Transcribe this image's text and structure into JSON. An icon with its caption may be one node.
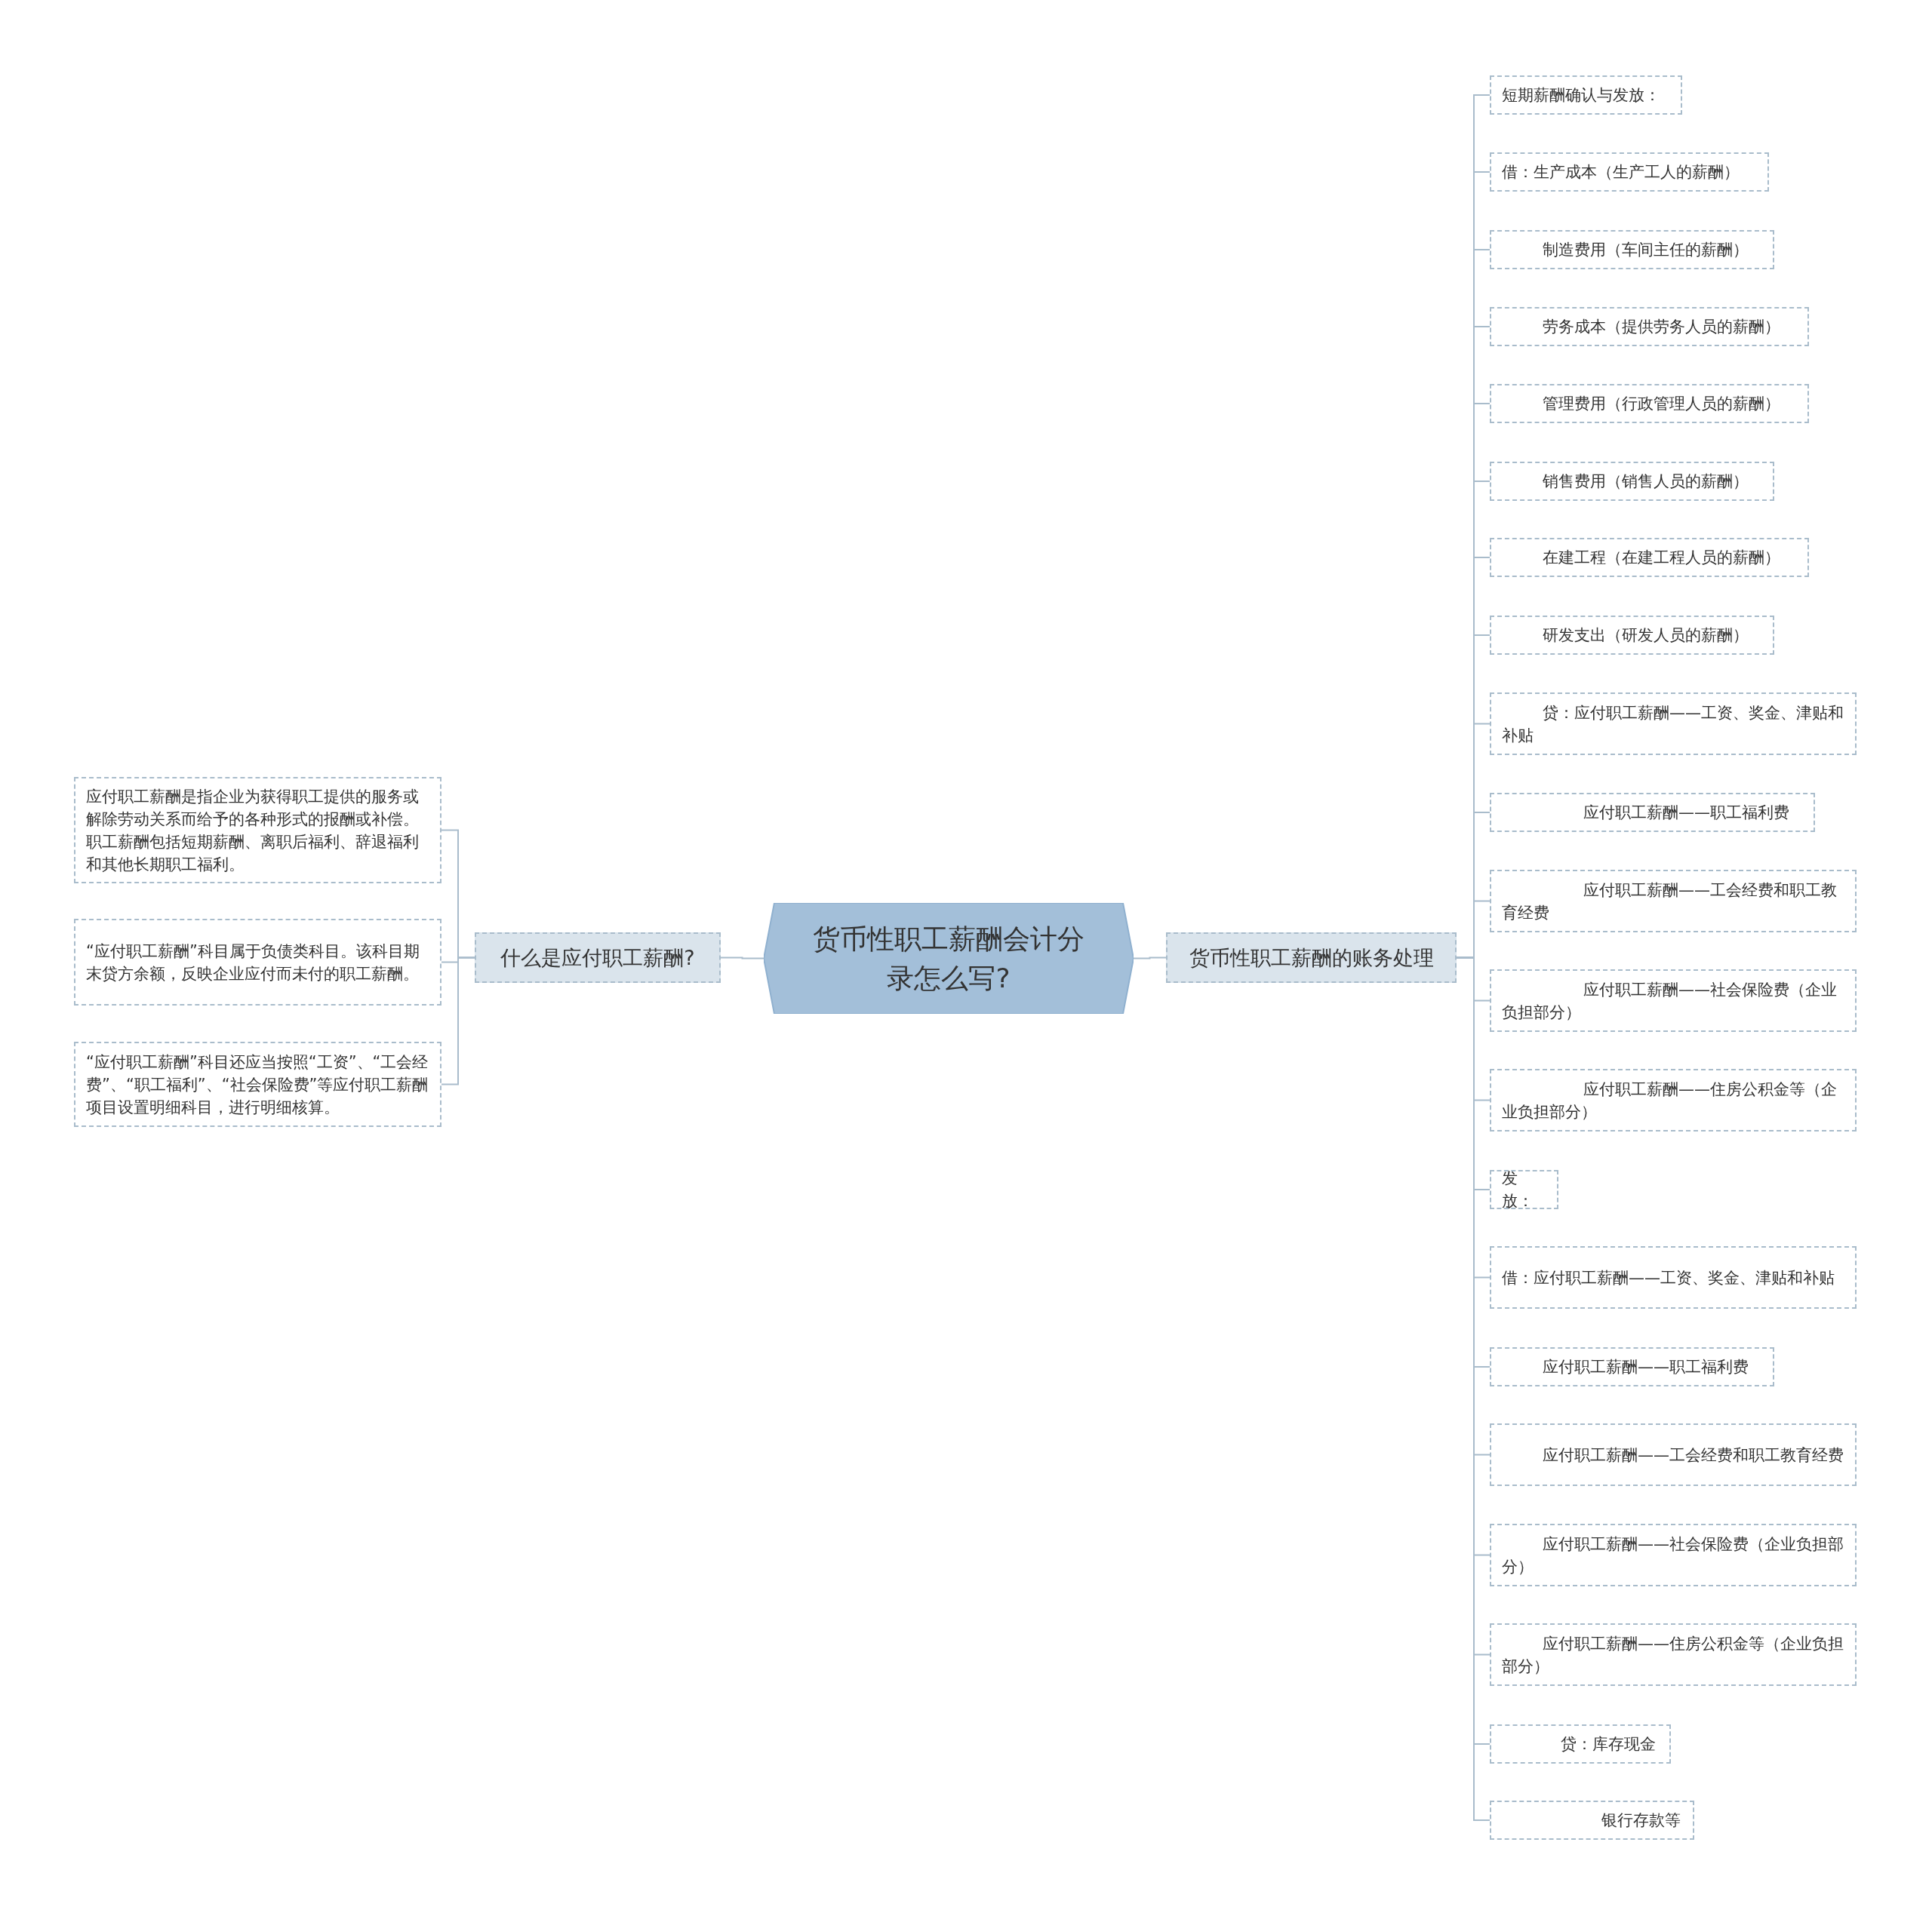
{
  "diagram": {
    "nodes": [
      {
        "text": [
          "货币性职工薪酬会计分录怎么写?"
        ]
      },
      {
        "text": [
          "什么是应付职工薪酬?"
        ]
      },
      {
        "text": [
          "应付职工薪酬是指企业为获得职工提供的服务或解除劳动关系而给予的各种形式的报酬或补偿。职工薪酬包括短期薪酬、离职后福利、辞退福利和其他长期职工福利。"
        ]
      },
      {
        "text": [
          "“应付职工薪酬”科目属于负债类科目。该科目期末贷方余额，反映企业应付而未付的职工薪酬。"
        ]
      },
      {
        "text": [
          "“应付职工薪酬”科目还应当按照“工资”、“工会经费”、“职工福利”、“社会保险费”等应付职工薪酬项目设置明细科目，进行明细核算。"
        ]
      },
      {
        "text": [
          "货币性职工薪酬的账务处理"
        ]
      },
      {
        "text": [
          "短期薪酬确认与发放："
        ]
      },
      {
        "text": [
          "借：生产成本（生产工人的薪酬）"
        ]
      },
      {
        "text": [
          "制造费用（车间主任的薪酬）"
        ]
      },
      {
        "text": [
          "劳务成本（提供劳务人员的薪酬）"
        ]
      },
      {
        "text": [
          "管理费用（行政管理人员的薪酬）"
        ]
      },
      {
        "text": [
          "销售费用（销售人员的薪酬）"
        ]
      },
      {
        "text": [
          "在建工程（在建工程人员的薪酬）"
        ]
      },
      {
        "text": [
          "研发支出（研发人员的薪酬）"
        ]
      },
      {
        "text": [
          "贷：应付职工薪酬——工资、奖金、津贴和补贴"
        ]
      },
      {
        "text": [
          "应付职工薪酬——职工福利费"
        ]
      },
      {
        "text": [
          "应付职工薪酬——工会经费和职工教育经费"
        ]
      },
      {
        "text": [
          "应付职工薪酬——社会保险费（企业负担部分）"
        ]
      },
      {
        "text": [
          "应付职工薪酬——住房公积金等（企业负担部分）"
        ]
      },
      {
        "text": [
          "发放："
        ]
      },
      {
        "text": [
          "借：应付职工薪酬——工资、奖金、津贴和补贴"
        ]
      },
      {
        "text": [
          "应付职工薪酬——职工福利费"
        ]
      },
      {
        "text": [
          "应付职工薪酬——工会经费和职工教育经费"
        ]
      },
      {
        "text": [
          "应付职工薪酬——社会保险费（企业负担部分）"
        ]
      },
      {
        "text": [
          "应付职工薪酬——住房公积金等（企业负担部分）"
        ]
      },
      {
        "text": [
          "贷：库存现金"
        ]
      },
      {
        "text": [
          "银行存款等"
        ]
      }
    ],
    "edges": [
      {
        "from": 0,
        "to": 1,
        "arrow": "none"
      },
      {
        "from": 1,
        "to": 2,
        "arrow": "none"
      },
      {
        "from": 1,
        "to": 3,
        "arrow": "none"
      },
      {
        "from": 1,
        "to": 4,
        "arrow": "none"
      },
      {
        "from": 0,
        "to": 5,
        "arrow": "none"
      },
      {
        "from": 5,
        "to": 6,
        "arrow": "none"
      },
      {
        "from": 5,
        "to": 7,
        "arrow": "none"
      },
      {
        "from": 5,
        "to": 8,
        "arrow": "none"
      },
      {
        "from": 5,
        "to": 9,
        "arrow": "none"
      },
      {
        "from": 5,
        "to": 10,
        "arrow": "none"
      },
      {
        "from": 5,
        "to": 11,
        "arrow": "none"
      },
      {
        "from": 5,
        "to": 12,
        "arrow": "none"
      },
      {
        "from": 5,
        "to": 13,
        "arrow": "none"
      },
      {
        "from": 5,
        "to": 14,
        "arrow": "none"
      },
      {
        "from": 5,
        "to": 15,
        "arrow": "none"
      },
      {
        "from": 5,
        "to": 16,
        "arrow": "none"
      },
      {
        "from": 5,
        "to": 17,
        "arrow": "none"
      },
      {
        "from": 5,
        "to": 18,
        "arrow": "none"
      },
      {
        "from": 5,
        "to": 19,
        "arrow": "none"
      },
      {
        "from": 5,
        "to": 20,
        "arrow": "none"
      },
      {
        "from": 5,
        "to": 21,
        "arrow": "none"
      },
      {
        "from": 5,
        "to": 22,
        "arrow": "none"
      },
      {
        "from": 5,
        "to": 23,
        "arrow": "none"
      },
      {
        "from": 5,
        "to": 24,
        "arrow": "none"
      },
      {
        "from": 5,
        "to": 25,
        "arrow": "none"
      },
      {
        "from": 5,
        "to": 26,
        "arrow": "none"
      }
    ]
  }
}
